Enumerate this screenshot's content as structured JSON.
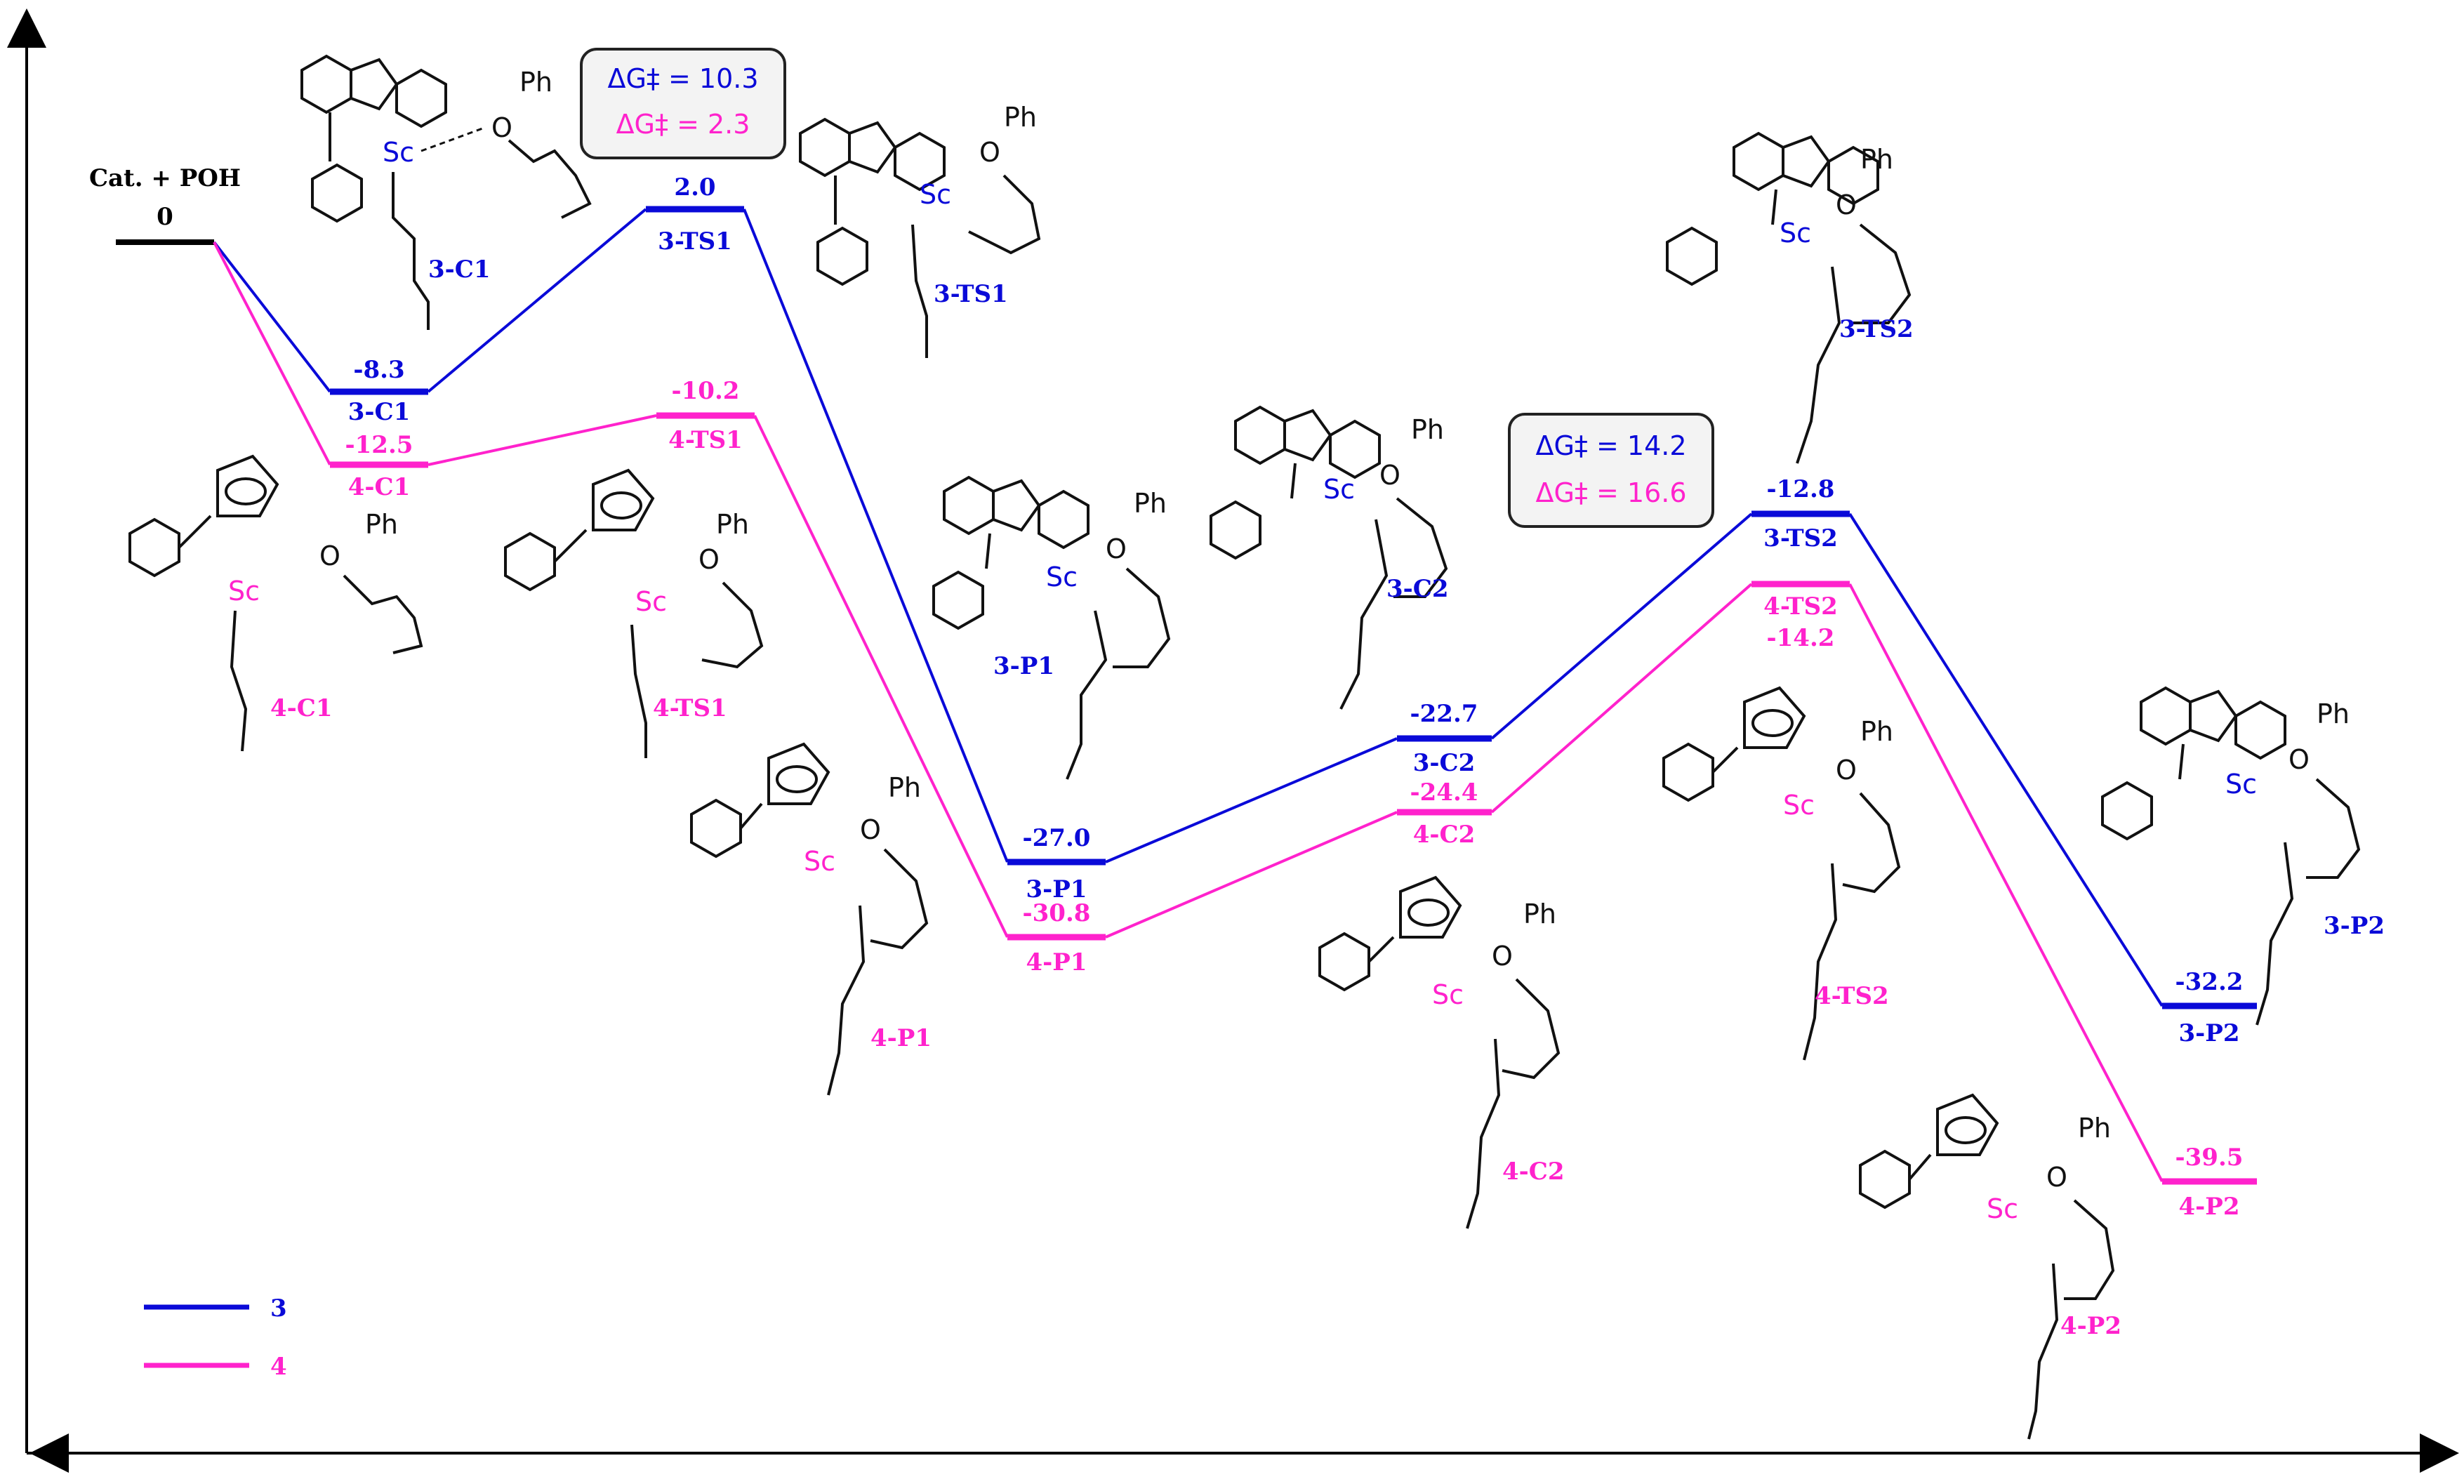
{
  "title": "",
  "legend": [
    {
      "name": "3",
      "color": "#0a0ad8"
    },
    {
      "name": "4",
      "color": "#ff22cc"
    }
  ],
  "colors": {
    "series3": "#0a0ad8",
    "series4": "#ff22cc",
    "start": "#000000"
  },
  "start": {
    "label": "Cat. + POH",
    "value": "0"
  },
  "series3": {
    "levels": [
      {
        "id": "3-C1",
        "value": "-8.3"
      },
      {
        "id": "3-TS1",
        "value": "2.0"
      },
      {
        "id": "3-P1",
        "value": "-27.0"
      },
      {
        "id": "3-C2",
        "value": "-22.7"
      },
      {
        "id": "3-TS2",
        "value": "-12.8"
      },
      {
        "id": "3-P2",
        "value": "-32.2"
      }
    ],
    "barrier_boxes": [
      {
        "text": "ΔG‡ = 10.3"
      },
      {
        "text": "ΔG‡ = 14.2"
      }
    ]
  },
  "series4": {
    "levels": [
      {
        "id": "4-C1",
        "value": "-12.5"
      },
      {
        "id": "4-TS1",
        "value": "-10.2"
      },
      {
        "id": "4-P1",
        "value": "-30.8"
      },
      {
        "id": "4-C2",
        "value": "-24.4"
      },
      {
        "id": "4-TS2",
        "value": "-14.2"
      },
      {
        "id": "4-P2",
        "value": "-39.5"
      }
    ],
    "barrier_boxes": [
      {
        "text": "ΔG‡ = 2.3"
      },
      {
        "text": "ΔG‡ = 16.6"
      }
    ]
  },
  "structure_labels": {
    "s3C1": "3-C1",
    "s3TS1": "3-TS1",
    "s3P1": "3-P1",
    "s3C2": "3-C2",
    "s3TS2": "3-TS2",
    "s3P2": "3-P2",
    "s4C1": "4-C1",
    "s4TS1": "4-TS1",
    "s4P1": "4-P1",
    "s4C2": "4-C2",
    "s4TS2": "4-TS2",
    "s4P2": "4-P2"
  },
  "atoms": {
    "metal": "Sc",
    "oxygen": "O",
    "phenyl": "Ph"
  }
}
